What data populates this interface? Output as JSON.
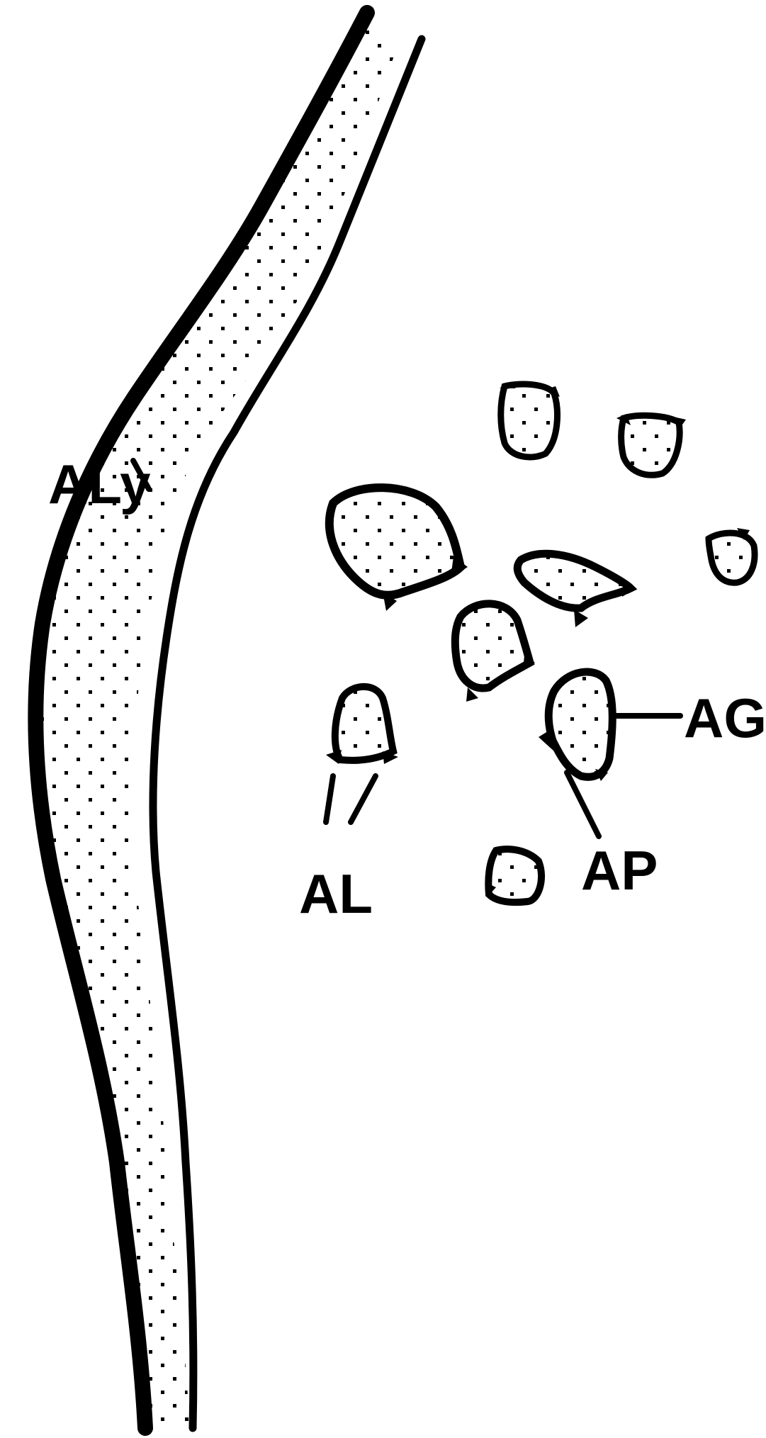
{
  "colors": {
    "ink": "#000000",
    "paper": "#ffffff"
  },
  "labels": {
    "aly": "ALy",
    "al": "AL",
    "ag": "AG",
    "ap": "AP"
  }
}
